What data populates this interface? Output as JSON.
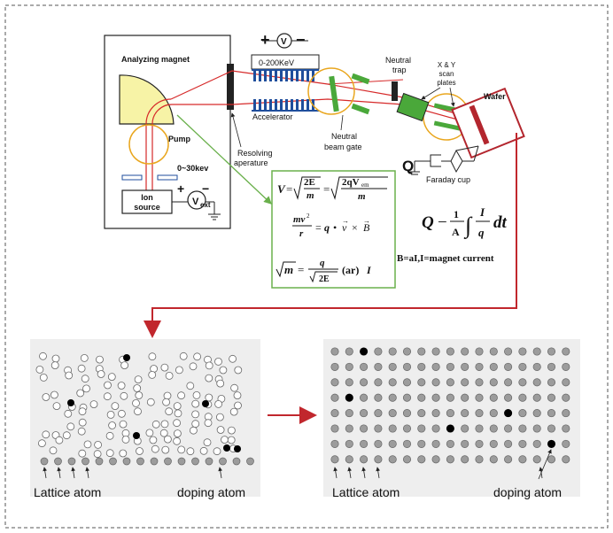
{
  "top": {
    "analyzing_magnet": "Analyzing magnet",
    "pump": "Pump",
    "ion_source": [
      "Ion",
      "source"
    ],
    "extraction_voltage": "0~30kev",
    "v_ext": "V",
    "v_ext_sub": "ext",
    "accelerator_voltage": "0-200KeV",
    "voltmeter_symbol": "V",
    "accelerator": "Accelerator",
    "resolving_aperture": [
      "Resolving",
      "aperature"
    ],
    "neutral_beam_gate": [
      "Neutral",
      "beam gate"
    ],
    "neutral_trap": [
      "Neutral",
      "trap"
    ],
    "scan_plates": [
      "X & Y",
      "scan",
      "plates"
    ],
    "wafer": "Wafer",
    "faraday_cup": "Faraday cup",
    "charge_symbol": "Q",
    "plus": "+",
    "minus": "−"
  },
  "equations": {
    "velocity": "V = √(2E/m) = √(2qV_em/m)",
    "force": "mv²/r = q · v × B",
    "mass": "√m = q/√(2E) (ar) I",
    "dose": "Q = (1/A) ∫ (I/q) dt",
    "note": "B=aI,I=magnet current"
  },
  "bottom": {
    "left_panel": {
      "lattice_label": "Lattice atom",
      "doping_label": "doping atom"
    },
    "right_panel": {
      "lattice_label": "Lattice atom",
      "doping_label": "doping atom",
      "grid_columns": 17,
      "grid_rows": 8
    }
  },
  "colors": {
    "beam": "#d62a2a",
    "magnet_fill": "#f7f3a6",
    "pump": "#e9a61e",
    "green_callout": "#6ab04c",
    "gate_green": "#4aa83a",
    "accel_blue": "#1f4e9c",
    "wafer_frame": "#b3262e",
    "lattice_gray": "#9c9c9c",
    "doping_black": "#000000",
    "panel_bg": "#eeeeee",
    "arrow_red": "#c1272d"
  }
}
